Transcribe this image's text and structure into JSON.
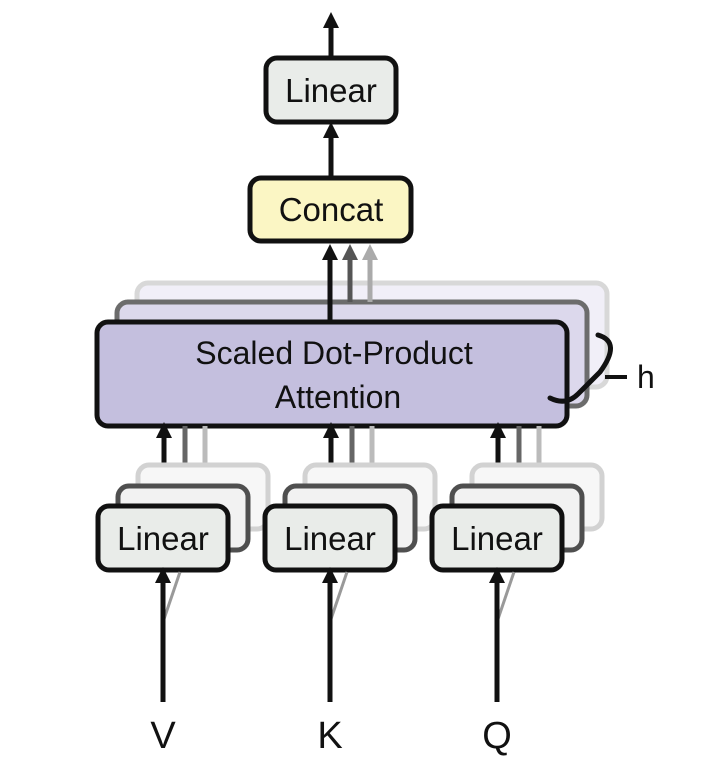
{
  "diagram": {
    "top_linear_label": "Linear",
    "concat_label": "Concat",
    "attention_label_line1": "Scaled Dot-Product",
    "attention_label_line2": "Attention",
    "heads_label": "h",
    "input_linears": [
      {
        "label": "Linear",
        "input": "V"
      },
      {
        "label": "Linear",
        "input": "K"
      },
      {
        "label": "Linear",
        "input": "Q"
      }
    ]
  },
  "colors": {
    "linear_fill": "#e9ece9",
    "concat_fill": "#fbf6c4",
    "attention_fill": "#c4bfde",
    "stroke": "#111111"
  }
}
